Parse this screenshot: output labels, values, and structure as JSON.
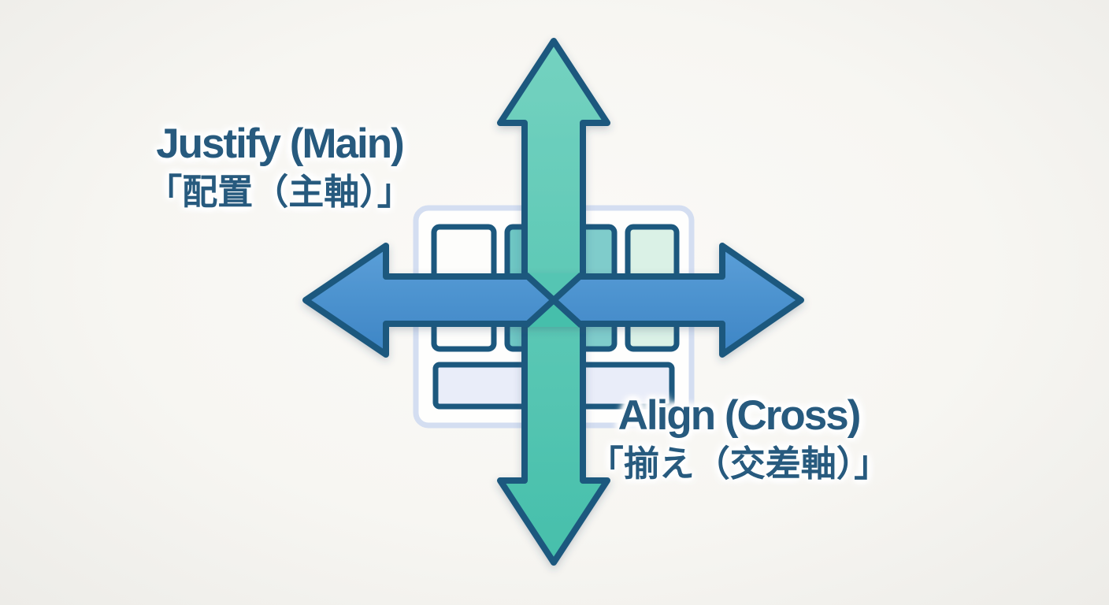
{
  "labels": {
    "justify_main": {
      "en": "Justify (Main)",
      "ja": "「配置（主軸）」"
    },
    "align_cross": {
      "en": "Align (Cross)",
      "ja": "「揃え（交差軸）」"
    }
  },
  "icons": {
    "vertical_arrow": "double-headed-arrow-vertical",
    "horizontal_arrow": "double-headed-arrow-horizontal"
  },
  "colors": {
    "background": "#f7f6f2",
    "text": "#275a7e",
    "outline": "#1c587e",
    "teal_fill": "#55c5b3",
    "teal_fill_light": "#74d2c0",
    "teal_fill_dark": "#46bfab",
    "blue_fill": "#4a92d0",
    "blue_fill_light": "#5b9fd8",
    "blue_fill_dark": "#3d85c5",
    "container_border": "#d4def1",
    "container_fill": "#fefefd",
    "item_white": "#fdfdfb",
    "item_teal": "#6ec6c3",
    "item_teal_2": "#7fcccb",
    "item_mint": "#daf1e6",
    "bar_fill": "#e9edf9"
  }
}
